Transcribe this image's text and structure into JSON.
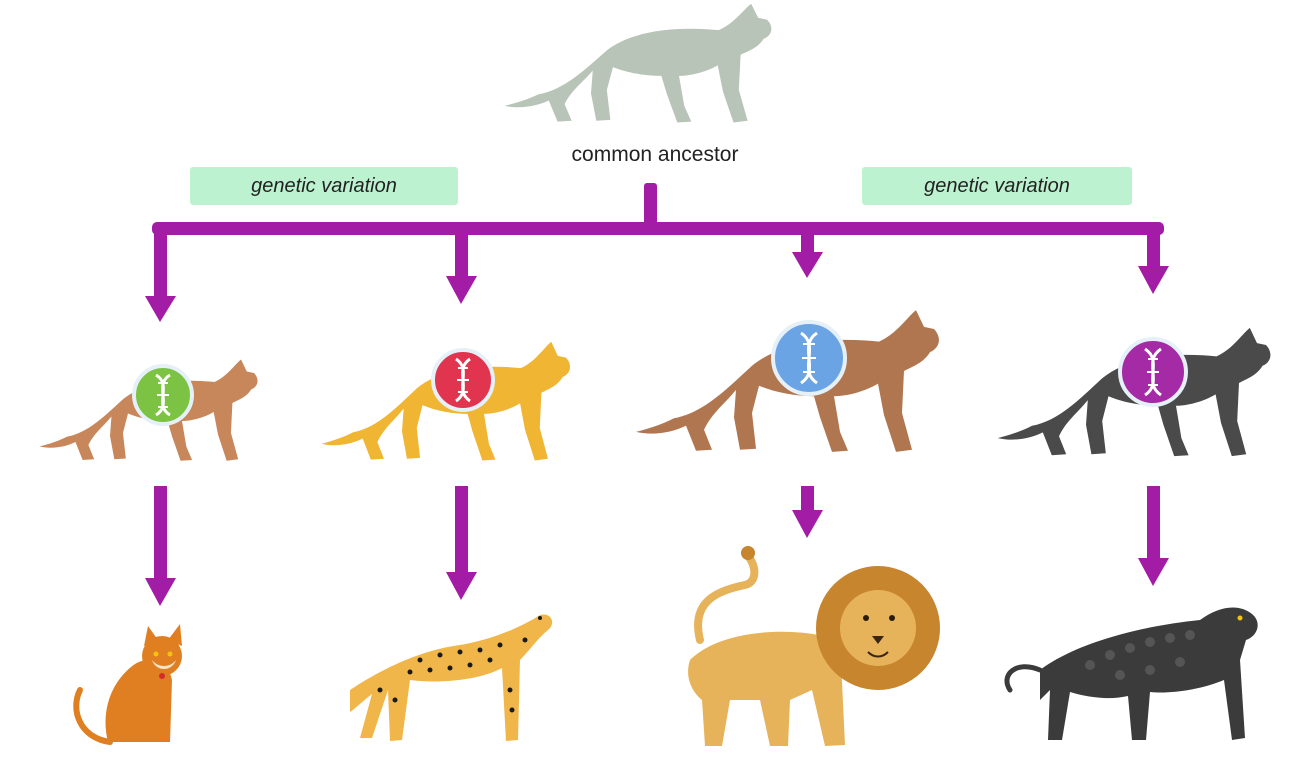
{
  "labels": {
    "ancestor": "common ancestor",
    "variation_left": "genetic variation",
    "variation_right": "genetic variation"
  },
  "colors": {
    "arrow": "#a21ca6",
    "ancestor": "#b8c4b8",
    "variation_box": "#bdf2d0",
    "lineage": [
      "#c8875a",
      "#f0b532",
      "#b07650",
      "#4a4a4a"
    ],
    "dna_disc": [
      "#7cc243",
      "#e0344f",
      "#6aa4e4",
      "#a42aa6"
    ],
    "descendants": [
      "#e07f22",
      "#f1b649",
      "#e6b35a",
      "#3b3b3b"
    ]
  },
  "icons": {
    "ancestor": "cat-silhouette-icon",
    "intermediate": "big-cat-with-dna-icon",
    "descendants": [
      "house-cat-icon",
      "cheetah-icon",
      "lion-icon",
      "black-panther-icon"
    ]
  }
}
